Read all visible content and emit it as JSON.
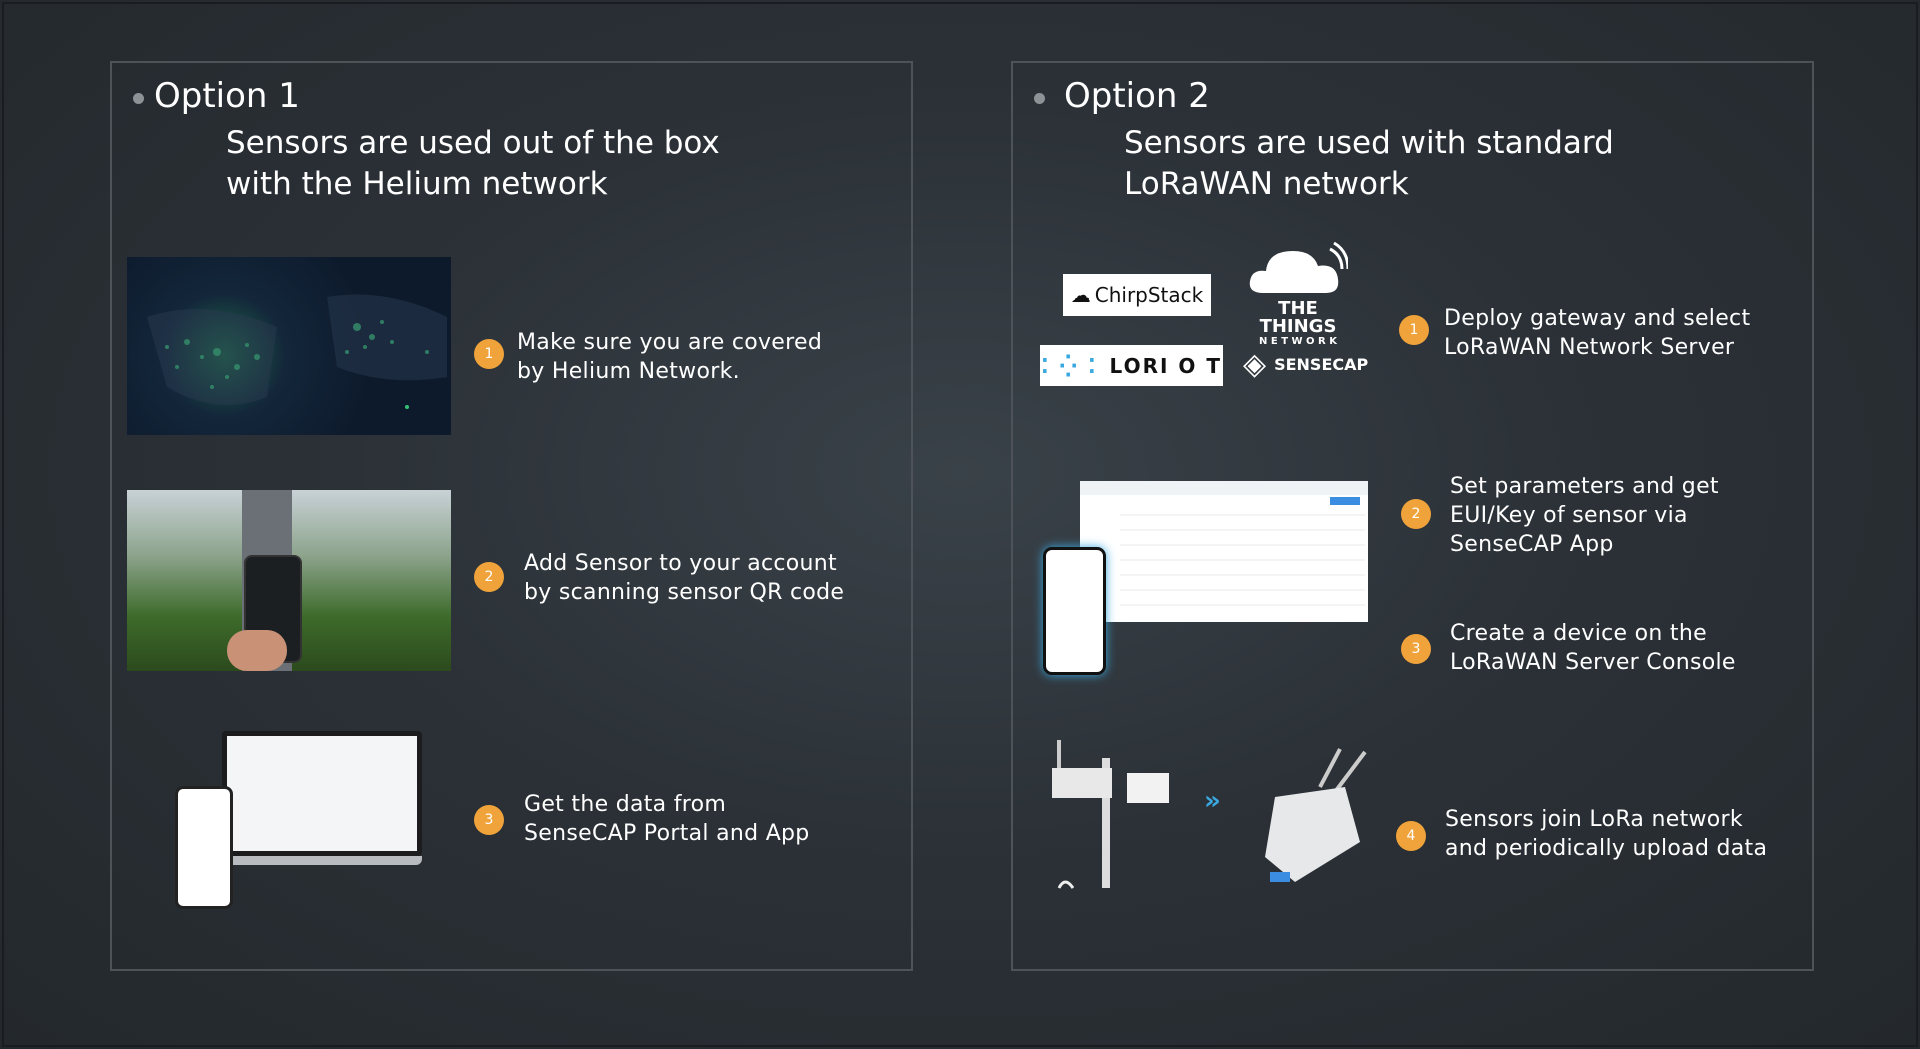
{
  "option1": {
    "title": "Option 1",
    "subtitle": "Sensors are used out of the box\nwith the Helium network",
    "steps": [
      {
        "num": "1",
        "text": "Make sure you are covered\nby Helium Network."
      },
      {
        "num": "2",
        "text": "Add Sensor to your account\nby scanning sensor QR code"
      },
      {
        "num": "3",
        "text": "Get the data from\nSenseCAP Portal and App"
      }
    ]
  },
  "option2": {
    "title": "Option 2",
    "subtitle": "Sensors are used with standard\nLoRaWAN network",
    "logos": {
      "chirpstack": "ChirpStack",
      "ttn": "THE THINGS",
      "ttn_sub": "N E T W O R K",
      "loriot": "LORI O T",
      "sensecap": "SENSECAP"
    },
    "steps": [
      {
        "num": "1",
        "text": "Deploy gateway and select\nLoRaWAN Network Server"
      },
      {
        "num": "2",
        "text": "Set parameters and get\nEUI/Key of sensor via\nSenseCAP App"
      },
      {
        "num": "3",
        "text": "Create a device on the\nLoRaWAN Server Console"
      },
      {
        "num": "4",
        "text": "Sensors join LoRa network\nand periodically upload data"
      }
    ]
  },
  "colors": {
    "badge": "#f0a33a",
    "map_dots": "#3ddc84"
  }
}
